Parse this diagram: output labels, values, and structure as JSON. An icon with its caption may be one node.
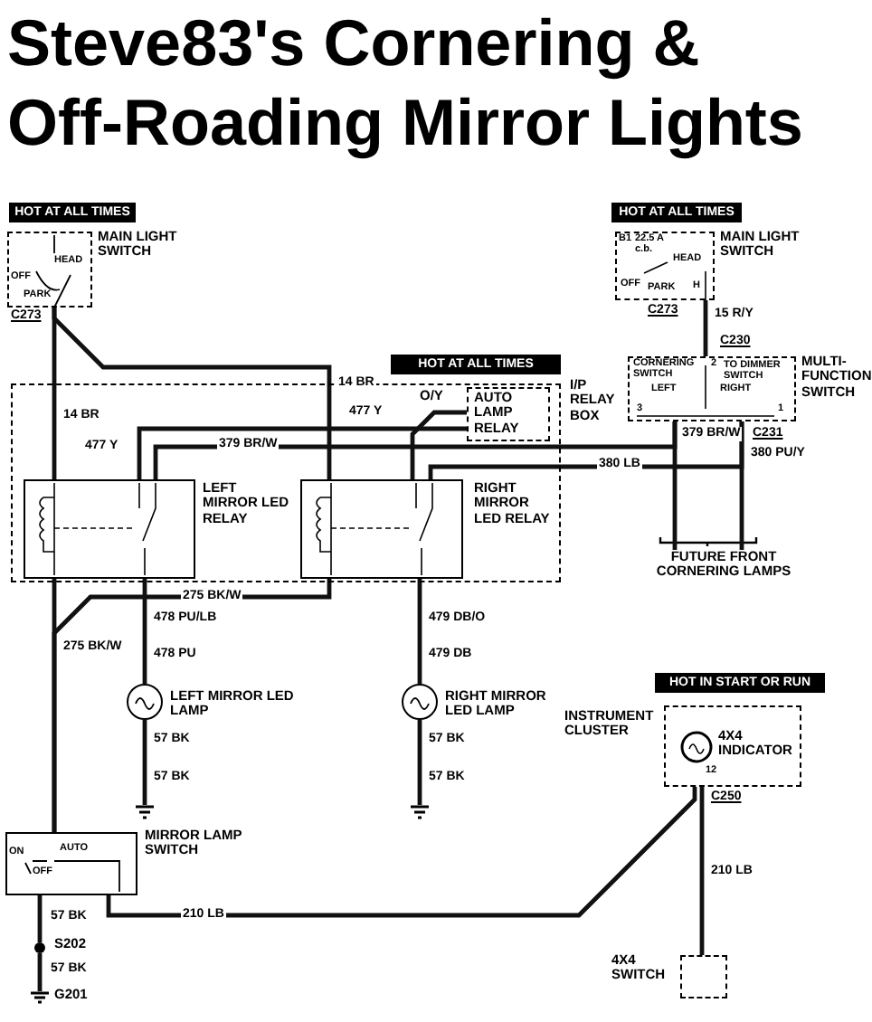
{
  "diagram": {
    "title": "Steve83's Cornering & Off-Roading Mirror Lights",
    "nodes": [
      {
        "text": [
          "HOT AT ALL TIMES",
          "MAIN LIGHT SWITCH",
          "OFF",
          "PARK",
          "HEAD"
        ],
        "beside": [
          "C273"
        ]
      },
      {
        "text": [
          "HOT AT ALL TIMES",
          "B1",
          "22.5 A c.b.",
          "MAIN LIGHT SWITCH",
          "HEAD",
          "OFF",
          "PARK",
          "H"
        ],
        "beside": [
          "C273"
        ]
      },
      {
        "text": [
          "CORNERING SWITCH",
          "2",
          "TO DIMMER SWITCH",
          "MULTI-FUNCTION SWITCH",
          "LEFT",
          "RIGHT",
          "3",
          "1"
        ],
        "beside": [
          "C230",
          "C231"
        ]
      },
      {
        "text": [
          "I/P RELAY BOX"
        ]
      },
      {
        "text": [
          "HOT AT ALL TIMES",
          "O/Y",
          "AUTO LAMP RELAY"
        ]
      },
      {
        "text": [
          "LEFT MIRROR LED RELAY"
        ],
        "in": 3
      },
      {
        "text": [
          "RIGHT MIRROR LED RELAY"
        ],
        "in": 3
      },
      {
        "text": [
          "FUTURE FRONT CORNERING LAMPS"
        ]
      },
      {
        "text": [
          "LEFT MIRROR LED LAMP"
        ]
      },
      {
        "text": [
          "RIGHT MIRROR LED LAMP"
        ]
      },
      {
        "text": [],
        "shape": "ground"
      },
      {
        "text": [],
        "shape": "ground"
      },
      {
        "text": [
          "HOT IN START OR RUN",
          "INSTRUMENT CLUSTER",
          "4X4 INDICATOR",
          "12"
        ],
        "beside": [
          "C250"
        ]
      },
      {
        "text": [
          "MIRROR LAMP SWITCH",
          "ON",
          "AUTO",
          "OFF"
        ]
      },
      {
        "text": [
          "S202"
        ]
      },
      {
        "text": [
          "G201"
        ]
      },
      {
        "text": [
          "4X4 SWITCH"
        ]
      }
    ],
    "edges": [
      {
        "from": 0,
        "to": 5,
        "arrow": "none",
        "label": "14 BR"
      },
      {
        "from": 0,
        "to": 6,
        "arrow": "none",
        "label": "14 BR"
      },
      {
        "from": 4,
        "to": 5,
        "arrow": "none",
        "label": "477 Y"
      },
      {
        "from": 4,
        "to": 6,
        "arrow": "none",
        "label": "477 Y"
      },
      {
        "from": 2,
        "to": 5,
        "arrow": "none",
        "label": "379 BR/W"
      },
      {
        "from": 2,
        "to": 6,
        "arrow": "none",
        "label": "380 LB"
      },
      {
        "from": 2,
        "to": 7,
        "arrow": "none",
        "label": "380 PU/Y"
      },
      {
        "from": 2,
        "to": 7,
        "arrow": "none"
      },
      {
        "from": 5,
        "to": 13,
        "arrow": "none",
        "label": "275 BK/W"
      },
      {
        "from": 6,
        "to": 13,
        "arrow": "none",
        "label": "275 BK/W"
      },
      {
        "from": 5,
        "to": 8,
        "arrow": "none",
        "label": "478 PU/LB"
      },
      {
        "from": 6,
        "to": 9,
        "arrow": "none",
        "label": "479 DB/O"
      },
      {
        "from": 8,
        "to": 10,
        "arrow": "none",
        "label": "57 BK"
      },
      {
        "from": 9,
        "to": 11,
        "arrow": "none",
        "label": "57 BK"
      },
      {
        "from": 1,
        "to": 2,
        "arrow": "none",
        "label": "15 R/Y"
      },
      {
        "from": 13,
        "to": 14,
        "arrow": "none",
        "label": "57 BK"
      },
      {
        "from": 14,
        "to": 15,
        "arrow": "none",
        "label": "57 BK"
      },
      {
        "from": 13,
        "to": 12,
        "arrow": "none",
        "label": "210 LB"
      },
      {
        "from": 12,
        "to": 16,
        "arrow": "none",
        "label": "210 LB"
      }
    ],
    "labels": [
      "379 BR/W",
      "478 PU",
      "479 DB",
      "57 BK",
      "57 BK"
    ]
  }
}
